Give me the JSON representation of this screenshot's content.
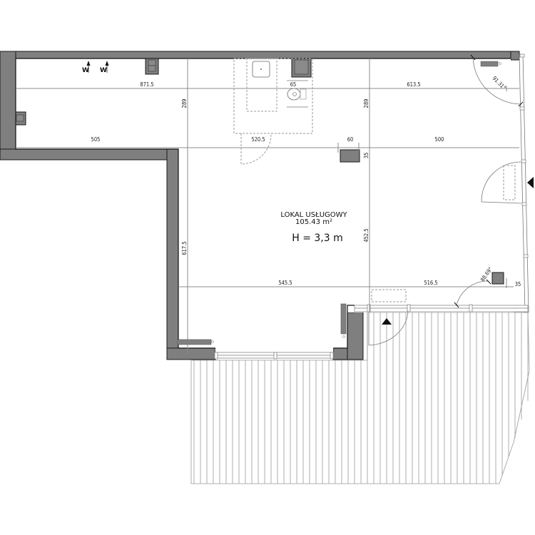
{
  "room": {
    "name": "LOKAL USŁUGOWY",
    "area": "105.43 m²",
    "height": "H = 3,3 m"
  },
  "dimensions": {
    "top_left_width": "871.5",
    "top_right_width": "613.5",
    "upper_left_height": "289",
    "upper_right_height": "289",
    "wc_fixture": "65",
    "left_wing_width": "505",
    "wc_width": "520.5",
    "column_width": "60",
    "right_width": "500",
    "column_depth": "35",
    "lower_left_height": "617.5",
    "lower_right_height": "452.5",
    "bottom_left_width": "545.5",
    "bottom_right_width": "516.5",
    "corner_offset": "35"
  },
  "angles": {
    "top_right_door": "91.31°",
    "bottom_right_door": "88.69°"
  },
  "markers": {
    "ventilation": [
      "W",
      "W"
    ]
  },
  "colors": {
    "wall": "#7f7f7f",
    "wall_outline": "#1a1a1a",
    "dimension_line": "#8c8c8c",
    "dashed_fixture": "#9a9a9a",
    "terrace_lines": "#9a9a9a"
  }
}
